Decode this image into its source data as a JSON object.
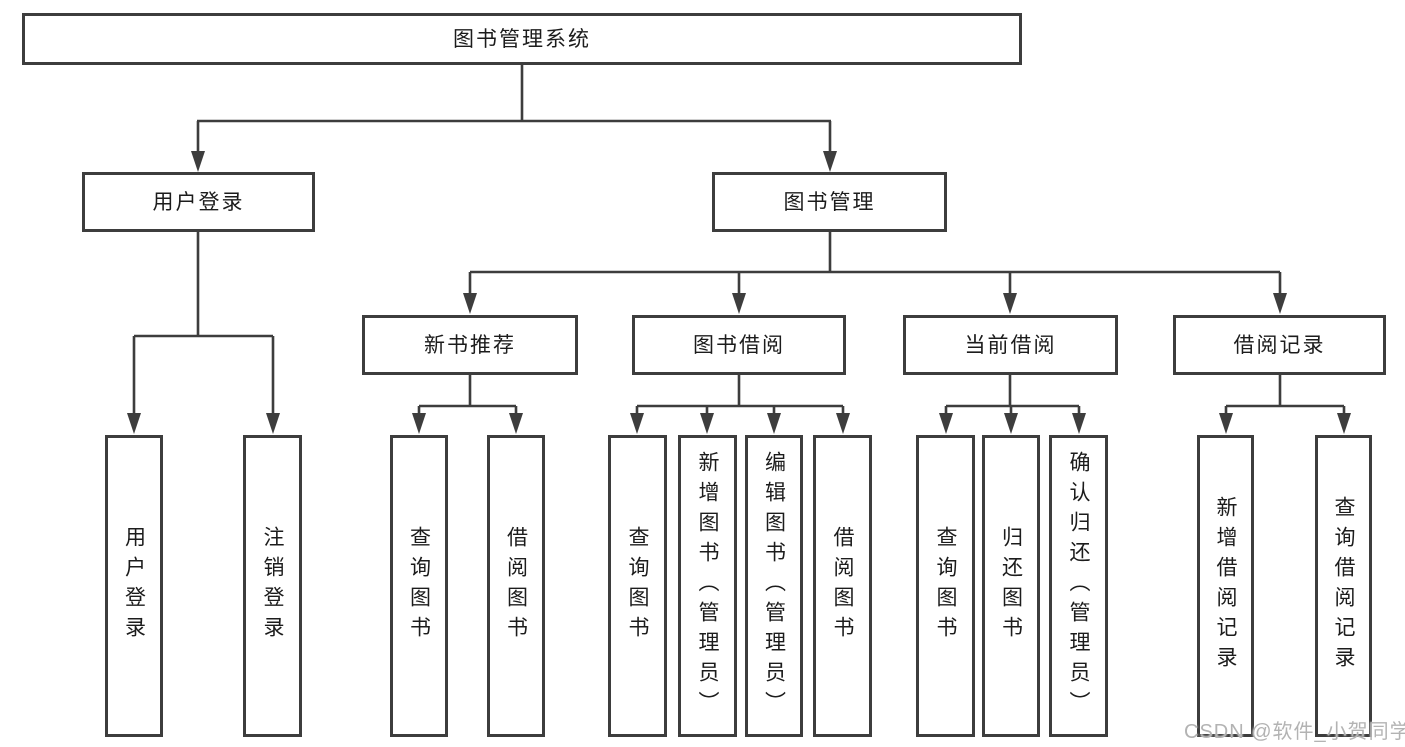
{
  "tree": {
    "label": "图书管理系统",
    "children": [
      {
        "label": "用户登录",
        "children": [
          {
            "label": "用户登录"
          },
          {
            "label": "注销登录"
          }
        ]
      },
      {
        "label": "图书管理",
        "children": [
          {
            "label": "新书推荐",
            "children": [
              {
                "label": "查询图书"
              },
              {
                "label": "借阅图书"
              }
            ]
          },
          {
            "label": "图书借阅",
            "children": [
              {
                "label": "查询图书"
              },
              {
                "label": "新增图书（管理员）"
              },
              {
                "label": "编辑图书（管理员）"
              },
              {
                "label": "借阅图书"
              }
            ]
          },
          {
            "label": "当前借阅",
            "children": [
              {
                "label": "查询图书"
              },
              {
                "label": "归还图书"
              },
              {
                "label": "确认归还（管理员）"
              }
            ]
          },
          {
            "label": "借阅记录",
            "children": [
              {
                "label": "新增借阅记录"
              },
              {
                "label": "查询借阅记录"
              }
            ]
          }
        ]
      }
    ]
  },
  "watermark": "CSDN @软件_小贺同学",
  "colors": {
    "line": "#3d3d3d",
    "box_border": "#3d3d3d",
    "text": "#1c1c1c",
    "background": "#ffffff",
    "watermark": "#b3b3b3"
  }
}
